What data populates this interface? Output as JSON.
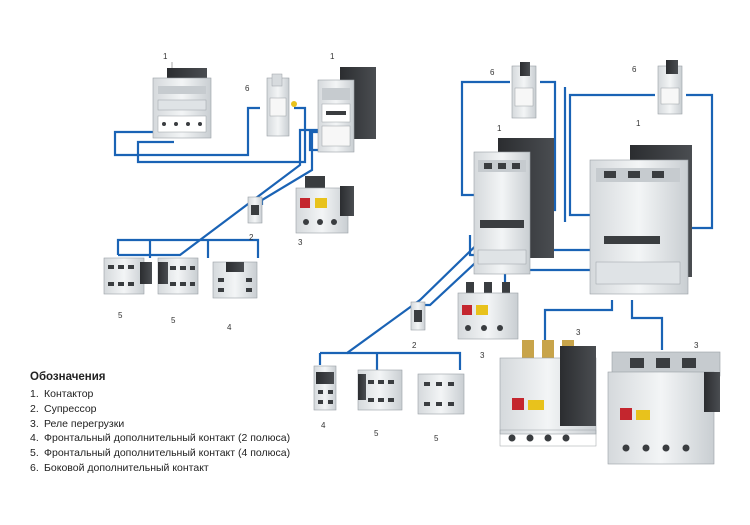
{
  "legend": {
    "title": "Обозначения",
    "items": [
      {
        "num": "1.",
        "text": "Контактор"
      },
      {
        "num": "2.",
        "text": "Супрессор"
      },
      {
        "num": "3.",
        "text": "Реле перегрузки"
      },
      {
        "num": "4.",
        "text": "Фронтальный дополнительный контакт (2 полюса)"
      },
      {
        "num": "5.",
        "text": "Фронтальный дополнительный контакт (4 полюса)"
      },
      {
        "num": "6.",
        "text": "Боковой дополнительный контакт"
      }
    ]
  },
  "labels": {
    "contactor_small_a": "1",
    "contactor_small_b": "1",
    "side_contact_a": "6",
    "suppressor_a": "2",
    "relay_a": "3",
    "front4_a": "5",
    "front4_b": "5",
    "front2_a": "4",
    "side_contact_b": "6",
    "side_contact_c": "6",
    "contactor_large_a": "1",
    "contactor_large_b": "1",
    "suppressor_b": "2",
    "relay_b": "3",
    "relay_large_a": "3",
    "relay_large_b": "3",
    "front2_b": "4",
    "front4_c": "5",
    "front4_d": "5"
  },
  "colors": {
    "connector_line": "#1a63b5",
    "device_body": "#e9ecee",
    "device_dark": "#3a3d40",
    "relay_red": "#c4262e",
    "relay_yellow": "#e8c21c"
  }
}
